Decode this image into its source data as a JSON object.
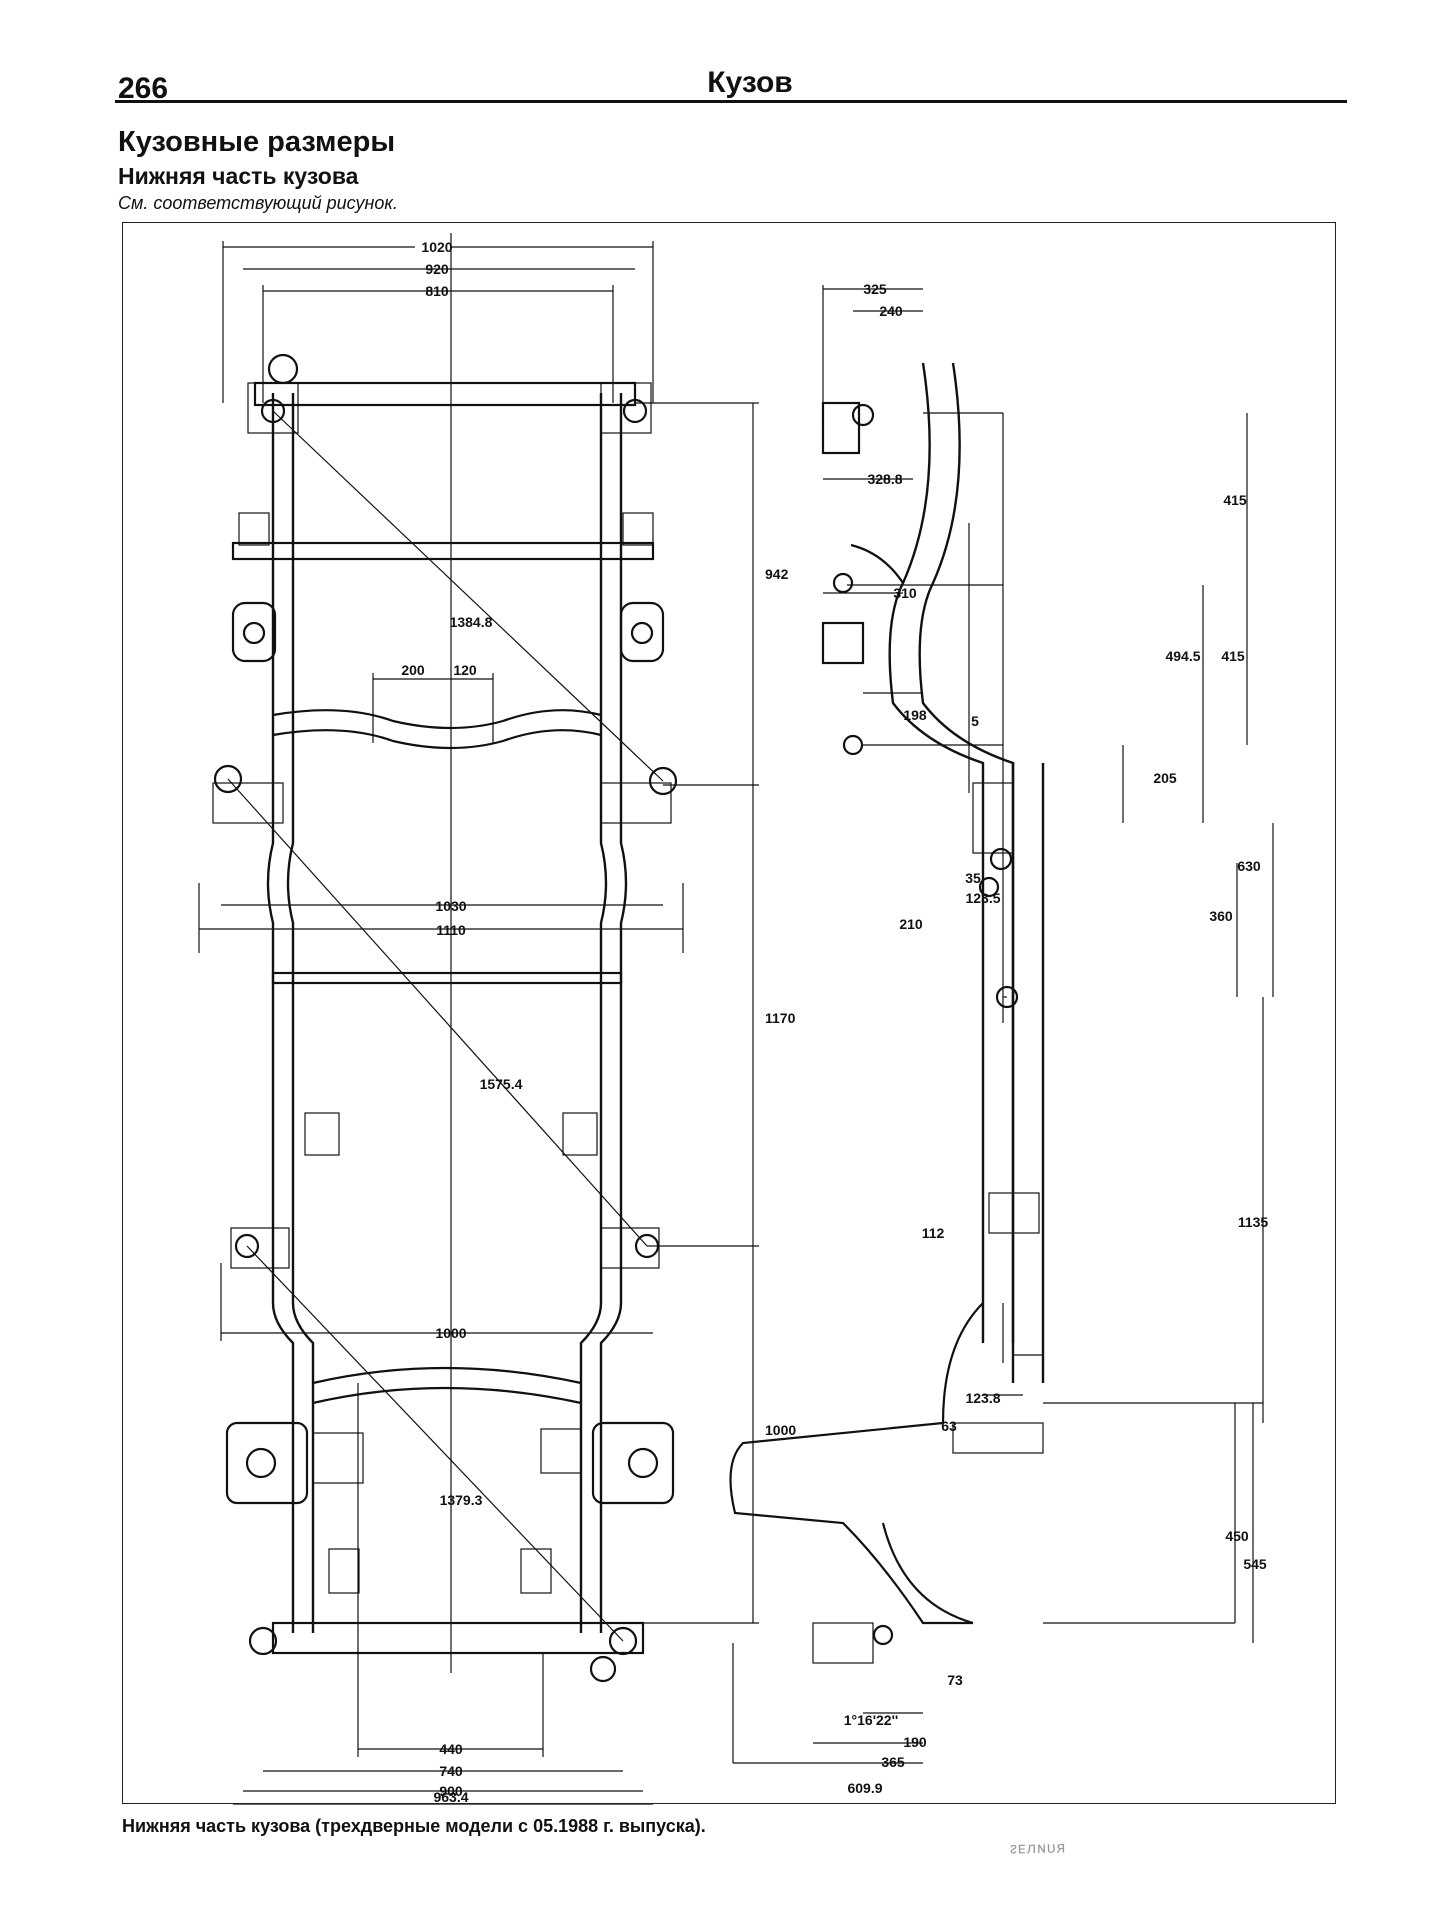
{
  "header": {
    "page_number": "266",
    "running_head": "Кузов"
  },
  "section_title": "Кузовные размеры",
  "subsection_title": "Нижняя часть кузова",
  "note": "См. соответствующий рисунок.",
  "figure": {
    "caption": "Нижняя часть кузова (трехдверные модели с 05.1988 г. выпуска).",
    "stamp": "ᴤᴇᴫɴᴜᴙ",
    "top_view_dims": {
      "w1020": "1020",
      "w920": "920",
      "w810": "810",
      "d200": "200",
      "d120": "120",
      "w1030": "1030",
      "w1110": "1110",
      "w1000": "1000",
      "w440": "440",
      "w740": "740",
      "w900": "900",
      "w963": "963.4",
      "h942": "942",
      "h1170": "1170",
      "h1000": "1000",
      "diag1": "1384.8",
      "diag2": "1575.4",
      "diag3": "1379.3"
    },
    "side_view_dims": {
      "d325": "325",
      "d240": "240",
      "d3288": "328.8",
      "d310": "310",
      "d198": "198",
      "d5": "5",
      "d35": "35",
      "d1235": "123.5",
      "d210": "210",
      "d112": "112",
      "d1238": "123.8",
      "d63": "63",
      "d73": "73",
      "angle": "1°16'22''",
      "d190": "190",
      "d365": "365",
      "d6099": "609.9",
      "v415a": "415",
      "v4945": "494.5",
      "v415b": "415",
      "v205": "205",
      "v630": "630",
      "v360": "360",
      "v1135": "1135",
      "v450": "450",
      "v545": "545"
    }
  }
}
